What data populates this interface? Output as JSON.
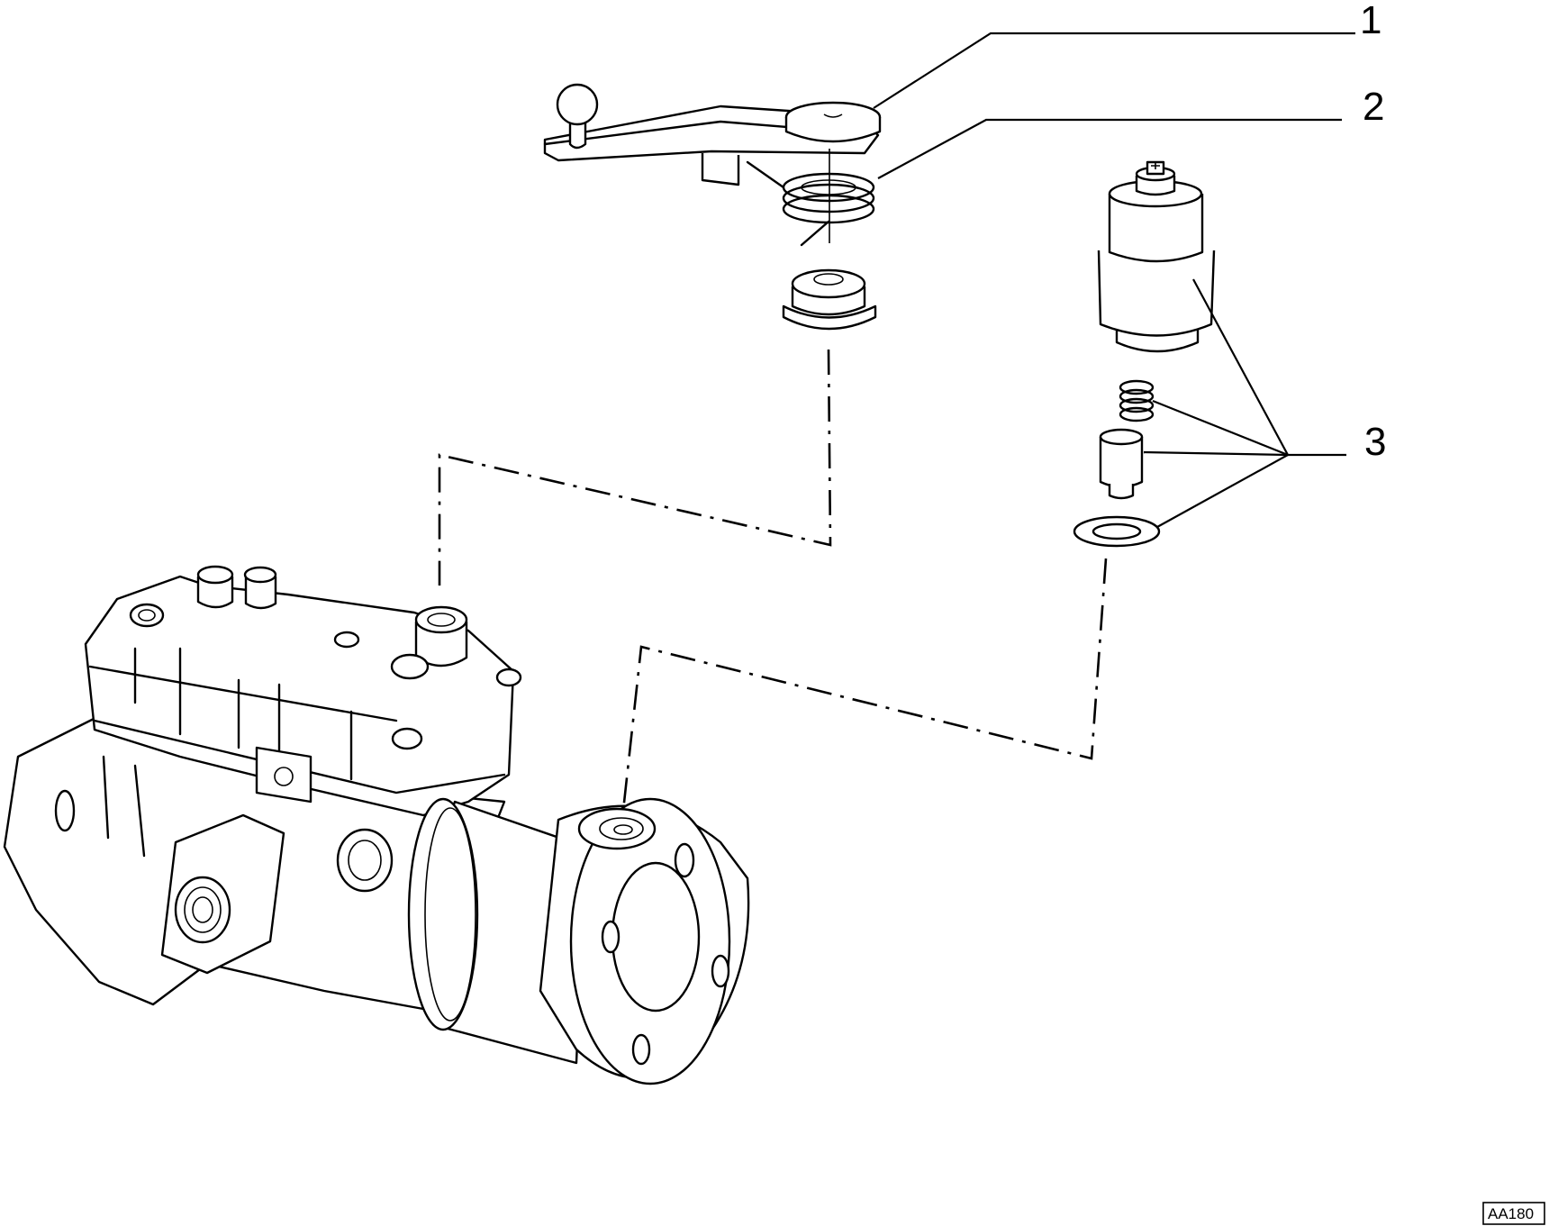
{
  "callouts": [
    {
      "number": "1"
    },
    {
      "number": "2"
    },
    {
      "number": "3"
    }
  ],
  "reference_code": "AA180"
}
